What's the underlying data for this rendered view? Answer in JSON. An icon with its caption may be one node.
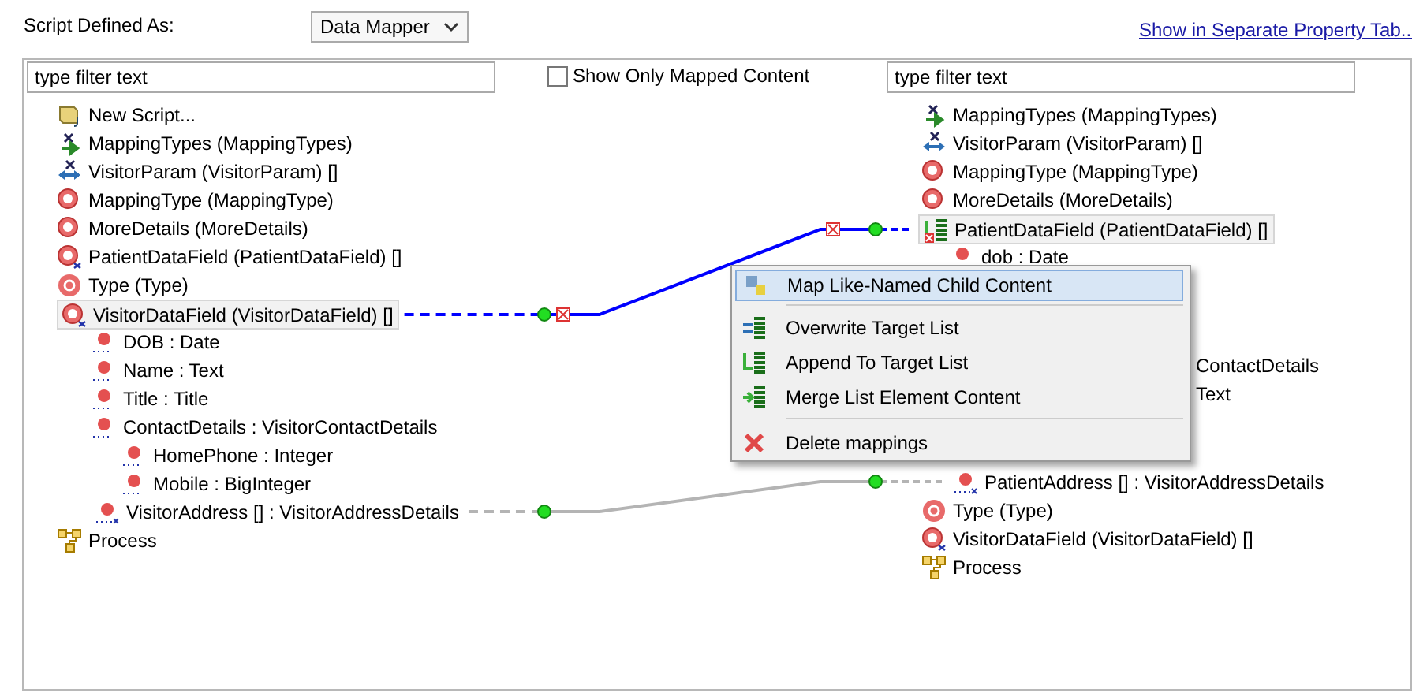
{
  "diagram": {
    "nodes": [
      {
        "text": [
          "VisitorDataField (VisitorDataField) []"
        ]
      },
      {
        "text": [
          "VisitorAddress [] : VisitorAddressDetails"
        ]
      },
      {
        "text": [
          "PatientDataField (PatientDataField) []"
        ]
      },
      {
        "text": [
          "PatientAddress [] : VisitorAddressDetails"
        ]
      }
    ],
    "edges": [
      {
        "from": 0,
        "to": 2,
        "arrow": "none",
        "color": "#0000ff"
      },
      {
        "from": 1,
        "to": 3,
        "arrow": "none",
        "color": "#b4b4b4"
      }
    ],
    "labels": [
      "Script Defined As:",
      "Data Mapper",
      "Show in Separate Property Tab...",
      "type filter text",
      "Show Only Mapped Content",
      "type filter text",
      "New Script...",
      "MappingTypes (MappingTypes)",
      "VisitorParam (VisitorParam) []",
      "MappingType (MappingType)",
      "MoreDetails (MoreDetails)",
      "PatientDataField (PatientDataField) []",
      "Type (Type)",
      "DOB : Date",
      "Name : Text",
      "Title : Title",
      "ContactDetails : VisitorContactDetails",
      "HomePhone : Integer",
      "Mobile : BigInteger",
      "Process",
      "MappingTypes (MappingTypes)",
      "VisitorParam (VisitorParam) []",
      "MappingType (MappingType)",
      "MoreDetails (MoreDetails)",
      "dob : Date",
      "ContactDetails",
      "Text",
      "Type (Type)",
      "VisitorDataField (VisitorDataField) []",
      "Process",
      "Map Like-Named Child Content",
      "Overwrite Target List",
      "Append To Target List",
      "Merge List Element Content",
      "Delete mappings"
    ]
  }
}
